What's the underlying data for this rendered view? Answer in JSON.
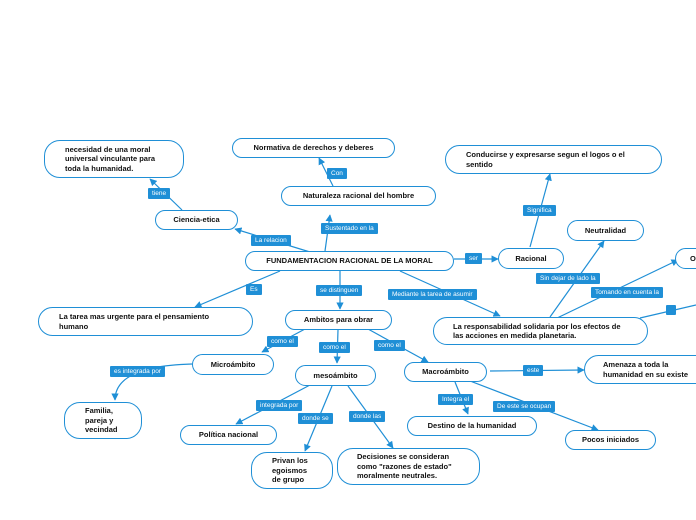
{
  "nodes": {
    "fundamentacion": "FUNDAMENTACION RACIONAL DE LA MORAL",
    "naturaleza": "Naturaleza racional del hombre",
    "normativa": "Normativa de derechos y deberes",
    "ciencia_etica": "Ciencia-etica",
    "necesidad": "necesidad de una moral universal vinculante para toda la humanidad.",
    "racional": "Racional",
    "conducirse": "Conducirse y expresarse segun el logos o el sentido",
    "neutralidad": "Neutralidad",
    "o_cut": "O",
    "responsabilidad": "La responsabilidad solidaria por los efectos de las acciones en medida planetaria.",
    "amenaza": "Amenaza a toda la humanidad en su existe",
    "tarea": "La tarea mas urgente para el pensamiento humano",
    "ambitos": "Ambitos para obrar",
    "microambito": "Microámbito",
    "mesoambito": "mesoámbito",
    "macroambito": "Macroámbito",
    "familia": "Familia, pareja y vecindad",
    "politica": "Política nacional",
    "privan": "Privan los egoismos de grupo",
    "decisiones": "Decisiones se consideran como \"razones de estado\" moralmente neutrales.",
    "destino": "Destino de la humanidad",
    "pocos": "Pocos iniciados"
  },
  "labels": {
    "con": "Con",
    "sustentado": "Sustentado en la",
    "la_relacion": "La relacion",
    "tiene": "tiene",
    "ser": "ser",
    "significa": "Significa",
    "sin_dejar": "Sin dejar de lado la",
    "tomando": "Tomando en cuenta la",
    "mediante": "Mediante la tarea de asumir",
    "es": "Es",
    "se_distinguen": "se distinguen",
    "como_el_1": "como el",
    "como_el_2": "como el",
    "como_el_3": "como el",
    "es_integrada": "es integrada por",
    "integrada_por": "integrada por",
    "donde_se": "donde se",
    "donde_las": "donde las",
    "integra_el": "Integra el",
    "de_este": "De este se ocupan",
    "este": "este"
  },
  "colors": {
    "accent": "#1f8fd6",
    "background": "#ffffff",
    "text": "#111111"
  }
}
